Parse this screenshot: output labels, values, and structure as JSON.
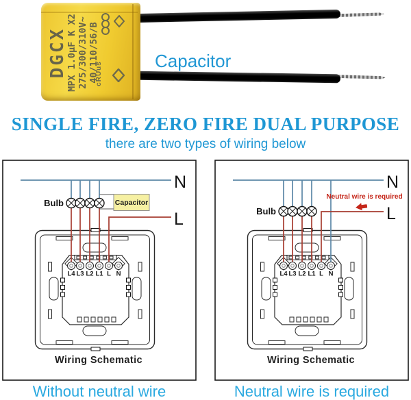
{
  "photo": {
    "label": "Capacitor",
    "brand": "DGCX",
    "spec_line1": "MPX 1.0µF K X2",
    "spec_line2": "275/300/310V~",
    "spec_line3": "40/110/56/B",
    "ul_mark": "cRUus"
  },
  "title": "SINGLE FIRE, ZERO FIRE DUAL PURPOSE",
  "subtitle": "there are two types of wiring below",
  "diagrams": {
    "left": {
      "neutral_label": "N",
      "live_label": "L",
      "bulb_label": "Bulb",
      "capacitor_label": "Capacitor",
      "terminals": [
        "L4",
        "L3",
        "L2",
        "L1",
        "L",
        "N"
      ],
      "schematic_label": "Wiring Schematic",
      "caption": "Without neutral wire"
    },
    "right": {
      "neutral_label": "N",
      "live_label": "L",
      "bulb_label": "Bulb",
      "note": "Neutral wire is required",
      "terminals": [
        "L4",
        "L3",
        "L2",
        "L1",
        "L",
        "N"
      ],
      "schematic_label": "Wiring Schematic",
      "caption": "Neutral wire is required"
    }
  },
  "colors": {
    "accent_blue": "#1e97d4",
    "caption_blue": "#2aa9e0",
    "wire_neutral_blue": "#5b87a6",
    "wire_live_red": "#a63c30",
    "note_red": "#c5271a",
    "capacitor_yellow": "#f0cb30",
    "diagram_capacitor_fill": "#f6f0a2"
  }
}
